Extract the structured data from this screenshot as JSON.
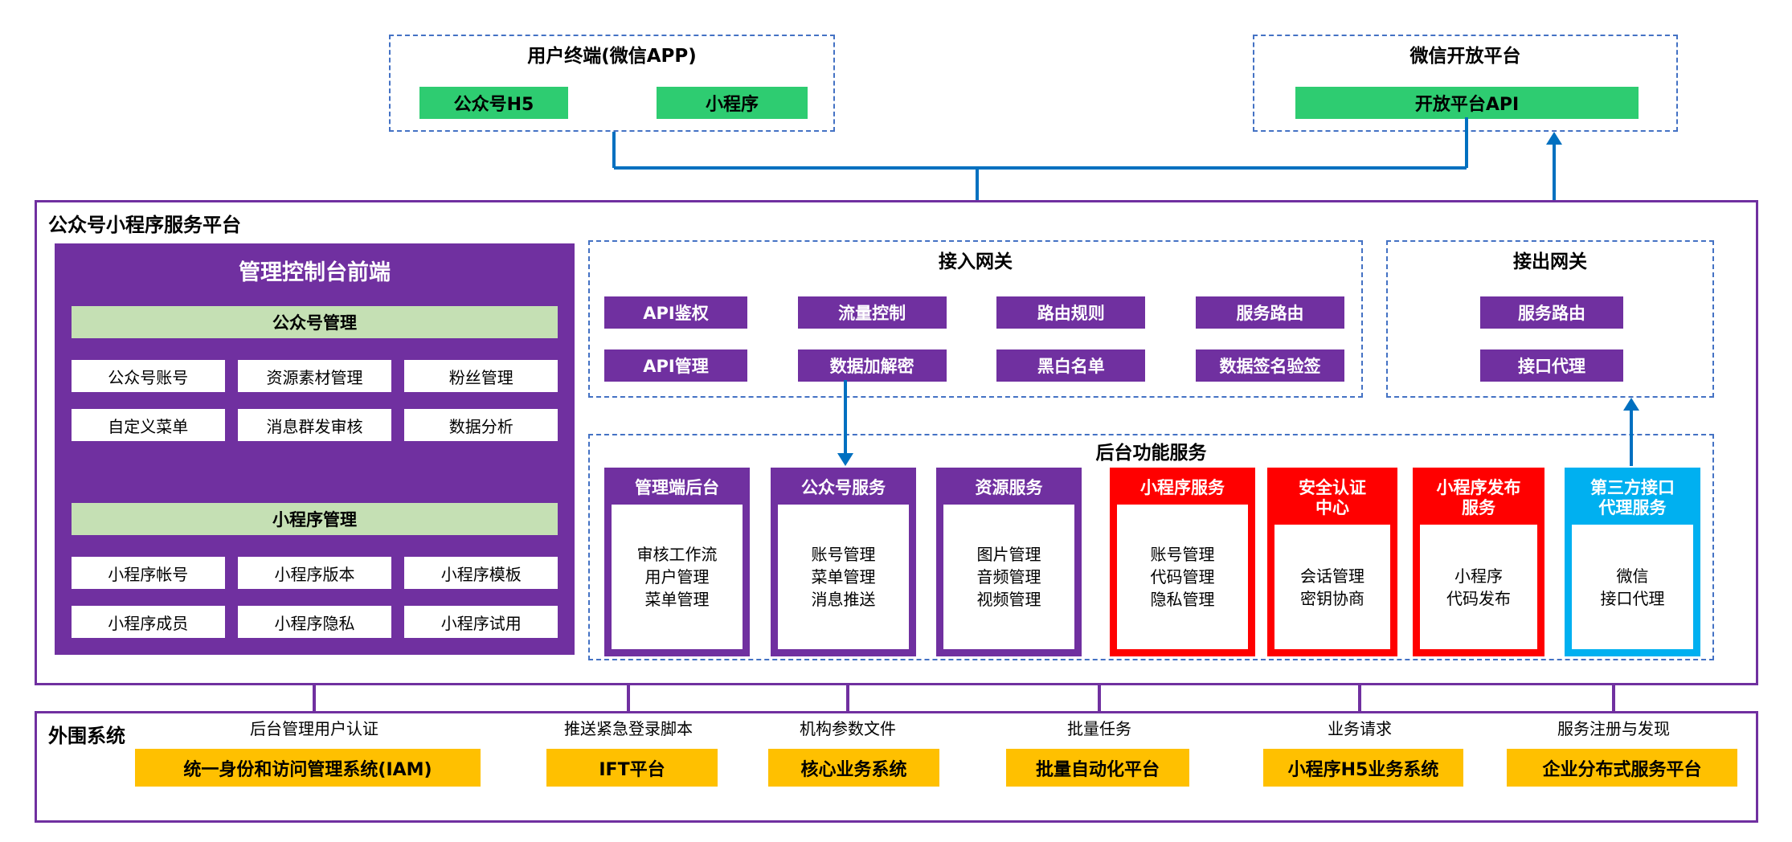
{
  "colors": {
    "purple": "#7030A0",
    "green": "#2ECC71",
    "light_green": "#C5E0B4",
    "red": "#FF0000",
    "cyan": "#00B0F0",
    "orange": "#FFC000",
    "arrow_blue": "#0070C0",
    "dashed_border": "#4472C4"
  },
  "user_terminal": {
    "title": "用户终端(微信APP)",
    "items": [
      "公众号H5",
      "小程序"
    ]
  },
  "open_platform": {
    "title": "微信开放平台",
    "api": "开放平台API"
  },
  "platform": {
    "title": "公众号小程序服务平台",
    "console": {
      "title": "管理控制台前端",
      "sections": [
        {
          "header": "公众号管理",
          "rows": [
            [
              "公众号账号",
              "资源素材管理",
              "粉丝管理"
            ],
            [
              "自定义菜单",
              "消息群发审核",
              "数据分析"
            ]
          ]
        },
        {
          "header": "小程序管理",
          "rows": [
            [
              "小程序帐号",
              "小程序版本",
              "小程序模板"
            ],
            [
              "小程序成员",
              "小程序隐私",
              "小程序试用"
            ]
          ]
        }
      ]
    },
    "access_gateway": {
      "title": "接入网关",
      "rows": [
        [
          "API鉴权",
          "流量控制",
          "路由规则",
          "服务路由"
        ],
        [
          "API管理",
          "数据加解密",
          "黑白名单",
          "数据签名验签"
        ]
      ]
    },
    "egress_gateway": {
      "title": "接出网关",
      "items": [
        "服务路由",
        "接口代理"
      ]
    },
    "backend": {
      "title": "后台功能服务",
      "columns": [
        {
          "title": "管理端后台",
          "items": [
            "审核工作流",
            "用户管理",
            "菜单管理"
          ]
        },
        {
          "title": "公众号服务",
          "items": [
            "账号管理",
            "菜单管理",
            "消息推送"
          ]
        },
        {
          "title": "资源服务",
          "items": [
            "图片管理",
            "音频管理",
            "视频管理"
          ]
        },
        {
          "title": "小程序服务",
          "items": [
            "账号管理",
            "代码管理",
            "隐私管理"
          ]
        },
        {
          "title": "安全认证\n中心",
          "items": [
            "会话管理",
            "密钥协商"
          ]
        },
        {
          "title": "小程序发布\n服务",
          "items": [
            "小程序",
            "代码发布"
          ]
        },
        {
          "title": "第三方接口\n代理服务",
          "items": [
            "微信",
            "接口代理"
          ]
        }
      ]
    }
  },
  "peripheral": {
    "title": "外围系统",
    "connections": [
      {
        "label": "后台管理用户认证",
        "system": "统一身份和访问管理系统(IAM)"
      },
      {
        "label": "推送紧急登录脚本",
        "system": "IFT平台"
      },
      {
        "label": "机构参数文件",
        "system": "核心业务系统"
      },
      {
        "label": "批量任务",
        "system": "批量自动化平台"
      },
      {
        "label": "业务请求",
        "system": "小程序H5业务系统"
      },
      {
        "label": "服务注册与发现",
        "system": "企业分布式服务平台"
      }
    ]
  }
}
